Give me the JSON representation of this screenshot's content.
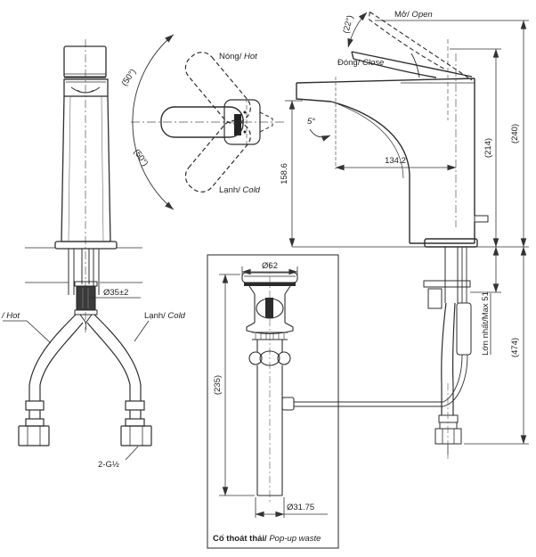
{
  "labels": {
    "top_view": {
      "angle_upper": "(50°)",
      "angle_lower": "(50°)",
      "hot_vn": "Nóng/",
      "hot_en": " Hot",
      "cold_vn": "Lạnh/",
      "cold_en": " Cold"
    },
    "side_view": {
      "open_vn": "Mở/",
      "open_en": " Open",
      "close_vn": "Đóng/",
      "close_en": " Close",
      "handle_angle": "(22°)",
      "spout_tilt": "5°",
      "reach": "134.2",
      "spout_height": "158.6",
      "height_closed": "(214)",
      "height_open": "(240)",
      "height_total": "(474)",
      "deck_max": "Lớn nhất/Max 51"
    },
    "front_view": {
      "hot": "/ Hot",
      "cold_vn": "Lạnh/",
      "cold_en": " Cold",
      "hole_dia": "Ø35±2",
      "thread": "2-G½"
    },
    "popup_view": {
      "flange_dia": "Ø62",
      "height": "(235)",
      "pipe_dia": "Ø31.75",
      "caption_vn": "Cố thoát thải/",
      "caption_en": " Pop-up waste"
    }
  }
}
